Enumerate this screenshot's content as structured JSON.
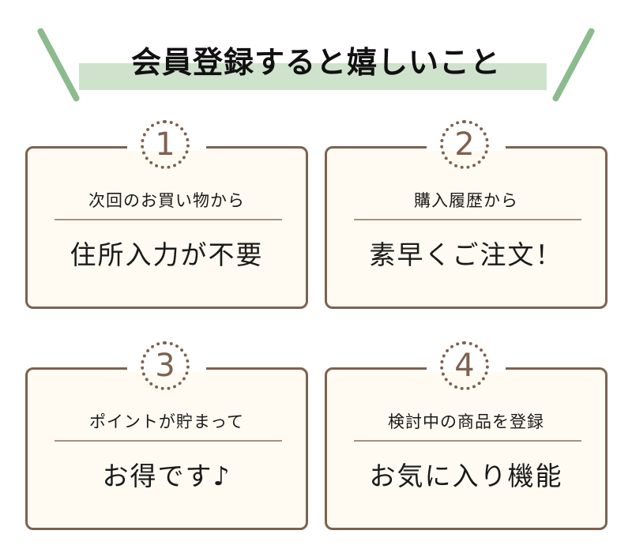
{
  "title": "会員登録すると嬉しいこと",
  "colors": {
    "brown": "#7d6250",
    "card_bg": "#fffbf2",
    "green": "#8cbb8e",
    "highlight": "#cfe3cc"
  },
  "cards": [
    {
      "number": "1",
      "subtitle": "次回のお買い物から",
      "main": "住所入力が不要"
    },
    {
      "number": "2",
      "subtitle": "購入履歴から",
      "main": "素早くご注文！"
    },
    {
      "number": "3",
      "subtitle": "ポイントが貯まって",
      "main": "お得です♪"
    },
    {
      "number": "4",
      "subtitle": "検討中の商品を登録",
      "main": "お気に入り機能"
    }
  ]
}
